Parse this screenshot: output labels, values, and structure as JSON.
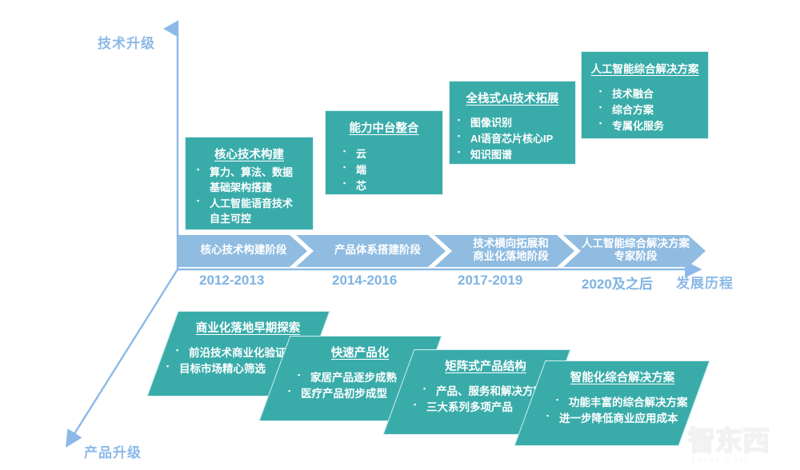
{
  "axes": {
    "vertical_label": "技术升级",
    "horizontal_label": "发展历程",
    "diagonal_label": "产品升级",
    "axis_color": "#8cb9e8"
  },
  "colors": {
    "teal": "#39acaa",
    "teal_border": "#d7f0ef",
    "chevron_blue": "#8fbce0",
    "year_blue": "#7fb3e2",
    "watermark": "#f0f0f0"
  },
  "tech_boxes": [
    {
      "title": "核心技术构建",
      "items": [
        "算力、算法、数据基础架构搭建",
        "人工智能语音技术自主可控"
      ],
      "items_lines": [
        [
          "算力、算法、数据",
          "基础架构搭建"
        ],
        [
          "人工智能语音技术",
          "自主可控"
        ]
      ]
    },
    {
      "title": "能力中台整合",
      "items": [
        "云",
        "端",
        "芯"
      ],
      "items_lines": [
        [
          "云"
        ],
        [
          "端"
        ],
        [
          "芯"
        ]
      ]
    },
    {
      "title": "全栈式AI技术拓展",
      "items": [
        "图像识别",
        "AI语音芯片核心IP",
        "知识图谱"
      ],
      "items_lines": [
        [
          "图像识别"
        ],
        [
          "AI语音芯片核心IP"
        ],
        [
          "知识图谱"
        ]
      ]
    },
    {
      "title": "人工智能综合解决方案",
      "items": [
        "技术融合",
        "综合方案",
        "专属化服务"
      ],
      "items_lines": [
        [
          "技术融合"
        ],
        [
          "综合方案"
        ],
        [
          "专属化服务"
        ]
      ]
    }
  ],
  "stages": [
    {
      "label": "核心技术构建阶段",
      "lines": [
        "核心技术构建阶段"
      ],
      "year": "2012-2013"
    },
    {
      "label": "产品体系搭建阶段",
      "lines": [
        "产品体系搭建阶段"
      ],
      "year": "2014-2016"
    },
    {
      "label": "技术横向拓展和商业化落地阶段",
      "lines": [
        "技术横向拓展和",
        "商业化落地阶段"
      ],
      "year": "2017-2019"
    },
    {
      "label": "人工智能综合解决方案专家阶段",
      "lines": [
        "人工智能综合解决方案",
        "专家阶段"
      ],
      "year": "2020及之后"
    }
  ],
  "product_boxes": [
    {
      "title": "商业化落地早期探索",
      "items": [
        "前沿技术商业化验证",
        "目标市场精心筛选"
      ]
    },
    {
      "title": "快速产品化",
      "items": [
        "家居产品逐步成熟",
        "医疗产品初步成型"
      ]
    },
    {
      "title": "矩阵式产品结构",
      "items": [
        "产品、服务和解决方案",
        "三大系列多项产品"
      ]
    },
    {
      "title": "智能化综合解决方案",
      "items": [
        "功能丰富的综合解决方案",
        "进一步降低商业应用成本"
      ]
    }
  ],
  "watermark": {
    "text": "智东西",
    "subtext": "zhidx.com"
  }
}
